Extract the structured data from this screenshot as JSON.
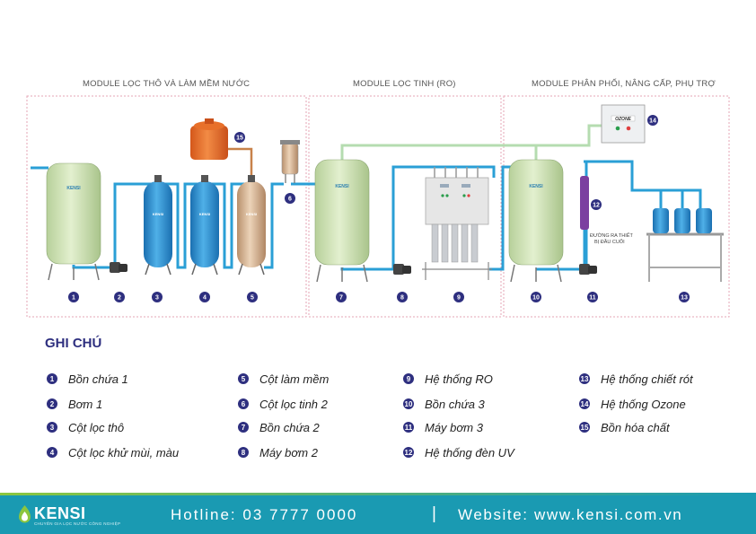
{
  "modules": [
    {
      "title": "MODULE LỌC THÔ VÀ LÀM MỀM NƯỚC"
    },
    {
      "title": "MODULE LỌC TINH (RO)"
    },
    {
      "title": "MODULE PHÂN PHỐI, NÂNG CẤP, PHỤ TRỢ"
    }
  ],
  "equipment_labels": {
    "tank_brand": "KENSI",
    "ozone_label": "OZONE",
    "outlet_note_line1": "ĐƯỜNG RA THIẾT",
    "outlet_note_line2": "BỊ ĐẦU CUỐI"
  },
  "markers": [
    "1",
    "2",
    "3",
    "4",
    "5",
    "6",
    "7",
    "8",
    "9",
    "10",
    "11",
    "12",
    "13",
    "14",
    "15"
  ],
  "legend": {
    "title": "GHI CHÚ",
    "items": [
      {
        "num": "1",
        "text": "Bồn chứa 1"
      },
      {
        "num": "2",
        "text": "Bơm 1"
      },
      {
        "num": "3",
        "text": "Cột lọc thô"
      },
      {
        "num": "4",
        "text": "Cột lọc khử mùi, màu"
      },
      {
        "num": "5",
        "text": "Cột làm mềm"
      },
      {
        "num": "6",
        "text": "Cột lọc tinh 2"
      },
      {
        "num": "7",
        "text": "Bồn chứa 2"
      },
      {
        "num": "8",
        "text": "Máy bơm 2"
      },
      {
        "num": "9",
        "text": "Hệ thống RO"
      },
      {
        "num": "10",
        "text": "Bồn chứa 3"
      },
      {
        "num": "11",
        "text": "Máy bơm 3"
      },
      {
        "num": "12",
        "text": "Hệ thống đèn UV"
      },
      {
        "num": "13",
        "text": "Hệ thống chiết rót"
      },
      {
        "num": "14",
        "text": "Hệ thống Ozone"
      },
      {
        "num": "15",
        "text": "Bồn hóa chất"
      }
    ]
  },
  "footer": {
    "brand": "KENSI",
    "brand_tagline": "CHUYÊN GIA LỌC NƯỚC CÔNG NGHIỆP",
    "hotline": "Hotline: 03 7777 0000",
    "separator": "|",
    "website": "Website: www.kensi.com.vn"
  },
  "colors": {
    "tank_green": "#cfe3b0",
    "column_blue": "#2a8fd0",
    "column_tan": "#d9b899",
    "pipe_blue": "#2a9fd6",
    "pipe_green": "#b5dcb0",
    "marker_navy": "#2e2f7f",
    "uv_purple": "#7b3fa0",
    "chem_orange": "#e8702a",
    "footer_teal": "#1a9ab2"
  }
}
